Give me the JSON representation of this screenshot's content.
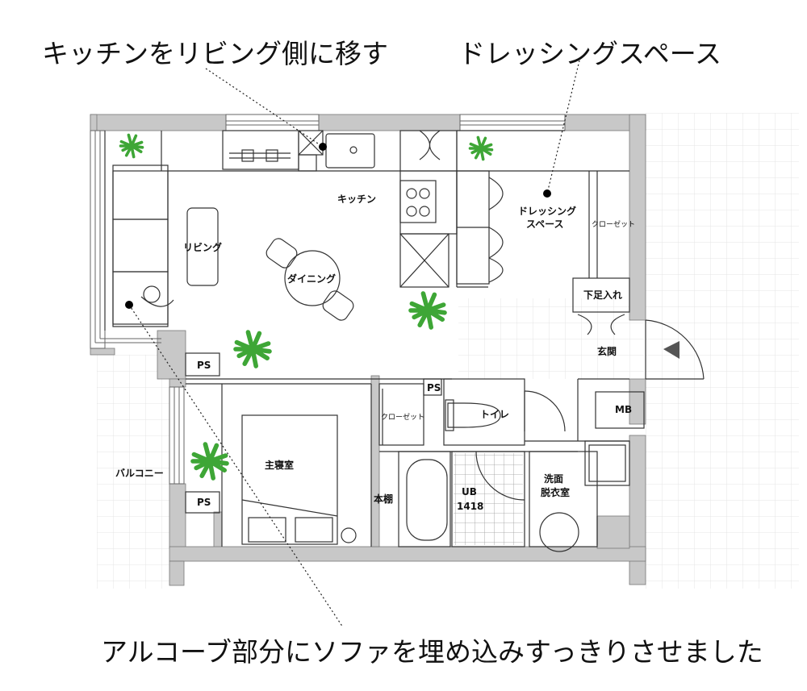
{
  "annotations": {
    "kitchen_move": "キッチンをリビング側に移す",
    "dressing_space": "ドレッシングスペース",
    "alcove_sofa": "アルコーブ部分にソファを埋め込みすっきりさせました"
  },
  "rooms": {
    "kitchen": "キッチン",
    "living": "リビング",
    "dining": "ダイニング",
    "dressing_line1": "ドレッシング",
    "dressing_line2": "スペース",
    "closet_right": "クローゼット",
    "shoe_storage": "下足入れ",
    "entrance": "玄関",
    "ps_top": "PS",
    "ps_mid": "PS",
    "ps_bottom": "PS",
    "closet_mid": "クローゼット",
    "toilet": "トイレ",
    "mb": "MB",
    "master_bedroom": "主寝室",
    "balcony": "バルコニー",
    "bookshelf": "本棚",
    "ub_line1": "UB",
    "ub_line2": "1418",
    "washroom_line1": "洗面",
    "washroom_line2": "脱衣室"
  },
  "colors": {
    "wall": "#c8c8c8",
    "line": "#333333",
    "grid": "#e6e6e6",
    "plant": "#3ea636"
  }
}
